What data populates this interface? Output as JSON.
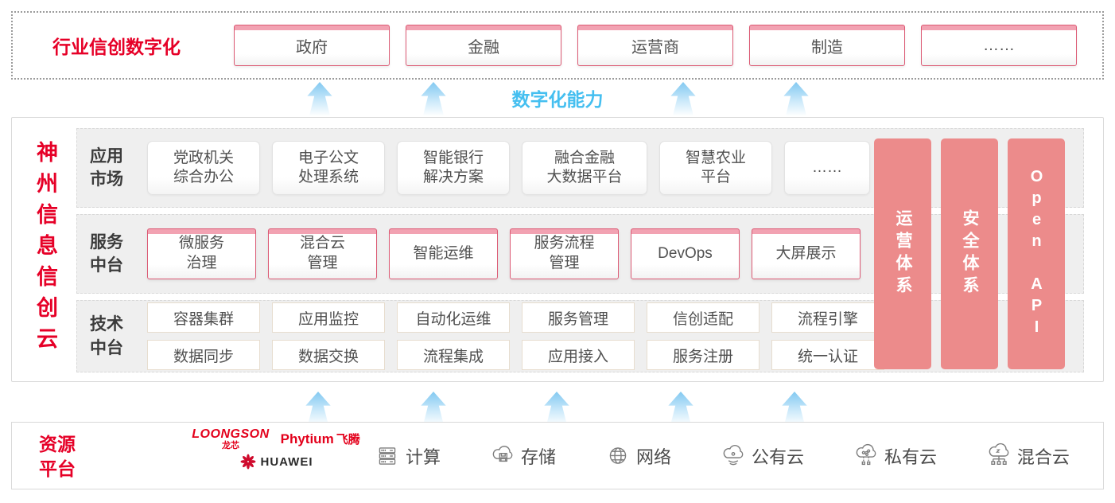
{
  "top_banner": {
    "label": "行业信创数字化",
    "industries": [
      "政府",
      "金融",
      "运营商",
      "制造",
      "……"
    ]
  },
  "capability_label": "数字化能力",
  "platform": {
    "title": "神州信息信创云",
    "row1": {
      "label": "应用\n市场",
      "items": [
        "党政机关\n综合办公",
        "电子公文\n处理系统",
        "智能银行\n解决方案",
        "融合金融\n大数据平台",
        "智慧农业\n平台",
        "……"
      ]
    },
    "row2": {
      "label": "服务\n中台",
      "items": [
        "微服务\n治理",
        "混合云\n管理",
        "智能运维",
        "服务流程\n管理",
        "DevOps",
        "大屏展示"
      ]
    },
    "row3": {
      "label": "技术\n中台",
      "items_top": [
        "容器集群",
        "应用监控",
        "自动化运维",
        "服务管理",
        "信创适配",
        "流程引擎"
      ],
      "items_bottom": [
        "数据同步",
        "数据交换",
        "流程集成",
        "应用接入",
        "服务注册",
        "统一认证"
      ]
    },
    "pillars": [
      "运营体系",
      "安全体系",
      "Open API"
    ]
  },
  "resource": {
    "label": "资源\n平台",
    "vendors": [
      {
        "name": "LOONGSON",
        "sub": "龙芯"
      },
      {
        "name": "Phytium",
        "sub": "飞腾"
      },
      {
        "name": "HUAWEI"
      }
    ],
    "items": [
      {
        "icon": "compute-icon",
        "label": "计算"
      },
      {
        "icon": "storage-icon",
        "label": "存储"
      },
      {
        "icon": "network-icon",
        "label": "网络"
      },
      {
        "icon": "public-cloud-icon",
        "label": "公有云"
      },
      {
        "icon": "private-cloud-icon",
        "label": "私有云"
      },
      {
        "icon": "hybrid-cloud-icon",
        "label": "混合云"
      }
    ]
  },
  "colors": {
    "accent_red": "#e60027",
    "box_border_red": "#dc5a74",
    "pillar_pink": "#ec8b8b",
    "capability_blue": "#45bff0"
  }
}
